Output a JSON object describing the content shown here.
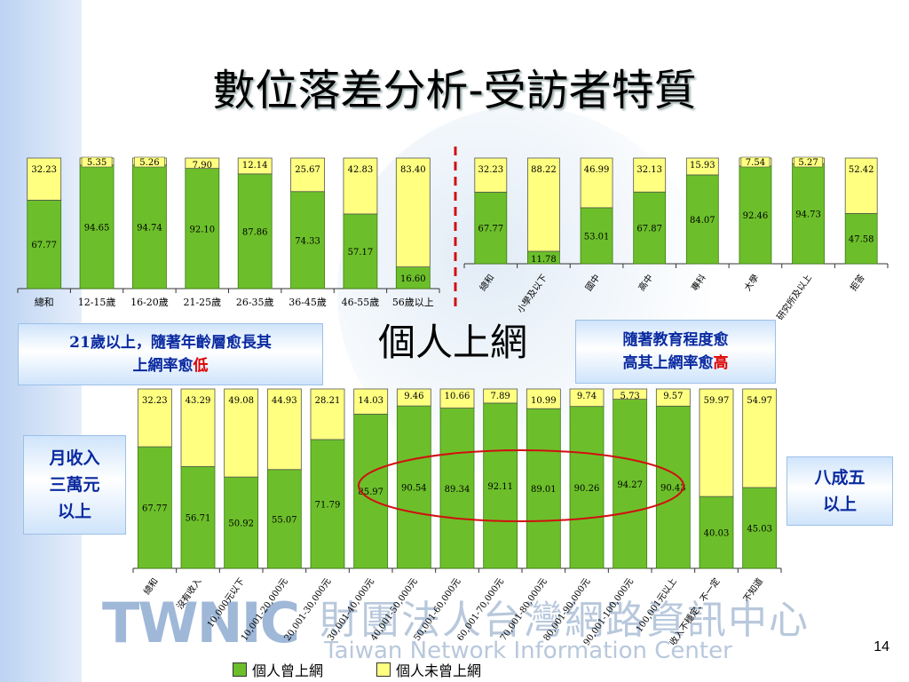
{
  "title": "數位落差分析-受訪者特質",
  "center_label": "個人上網",
  "callouts": {
    "age_line1": "21歲以上，隨著年齡層愈長其",
    "age_line2a": "上網率愈",
    "age_line2b": "低",
    "edu_line1": "隨著教育程度愈",
    "edu_line2a": "高其上網率愈",
    "edu_line2b": "高",
    "income_line1": "月收入",
    "income_line2": "三萬元",
    "income_line3": "以上",
    "eightyfive_line1": "八成五",
    "eightyfive_line2": "以上"
  },
  "legend": {
    "yes": "個人曾上網",
    "no": "個人未曾上網"
  },
  "watermark": {
    "logo": "TWNIC",
    "cn": "財團法人台灣網路資訊中心",
    "en": "Taiwan Network Information Center"
  },
  "page_number": "14",
  "colors": {
    "green": "#6cbf2a",
    "yellow": "#ffff80",
    "callout_text": "#0a2aa0",
    "highlight": "#e00000",
    "ellipse": "#d01010"
  },
  "chart_data": [
    {
      "type": "bar",
      "stacked": true,
      "categories": [
        "總和",
        "12-15歲",
        "16-20歲",
        "21-25歲",
        "26-35歲",
        "36-45歲",
        "46-55歲",
        "56歲以上"
      ],
      "series": [
        {
          "name": "個人曾上網",
          "values": [
            67.77,
            94.65,
            94.74,
            92.1,
            87.86,
            74.33,
            57.17,
            16.6
          ]
        },
        {
          "name": "個人未曾上網",
          "values": [
            32.23,
            5.35,
            5.26,
            7.9,
            12.14,
            25.67,
            42.83,
            83.4
          ]
        }
      ],
      "ylim": [
        0,
        100
      ]
    },
    {
      "type": "bar",
      "stacked": true,
      "categories": [
        "總和",
        "小學及以下",
        "國中",
        "高中",
        "專科",
        "大學",
        "研究所及以上",
        "拒答"
      ],
      "series": [
        {
          "name": "個人曾上網",
          "values": [
            67.77,
            11.78,
            53.01,
            67.87,
            84.07,
            92.46,
            94.73,
            47.58
          ]
        },
        {
          "name": "個人未曾上網",
          "values": [
            32.23,
            88.22,
            46.99,
            32.13,
            15.93,
            7.54,
            5.27,
            52.42
          ]
        }
      ],
      "ylim": [
        0,
        100
      ]
    },
    {
      "type": "bar",
      "stacked": true,
      "categories": [
        "總和",
        "沒有收入",
        "10,000元以下",
        "10,001-20,000元",
        "20,001-30,000元",
        "30,001-40,000元",
        "40,001-50,000元",
        "50,001-60,000元",
        "60,001-70,000元",
        "70,001-80,000元",
        "80,001-90,000元",
        "90,001-100,000元",
        "100,001元以上",
        "收入不穩定、不一定",
        "不知道"
      ],
      "series": [
        {
          "name": "個人曾上網",
          "values": [
            67.77,
            56.71,
            50.92,
            55.07,
            71.79,
            85.97,
            90.54,
            89.34,
            92.11,
            89.01,
            90.26,
            94.27,
            90.43,
            40.03,
            45.03
          ]
        },
        {
          "name": "個人未曾上網",
          "values": [
            32.23,
            43.29,
            49.08,
            44.93,
            28.21,
            14.03,
            9.46,
            10.66,
            7.89,
            10.99,
            9.74,
            5.73,
            9.57,
            59.97,
            54.97
          ]
        }
      ],
      "ylim": [
        0,
        100
      ]
    }
  ]
}
